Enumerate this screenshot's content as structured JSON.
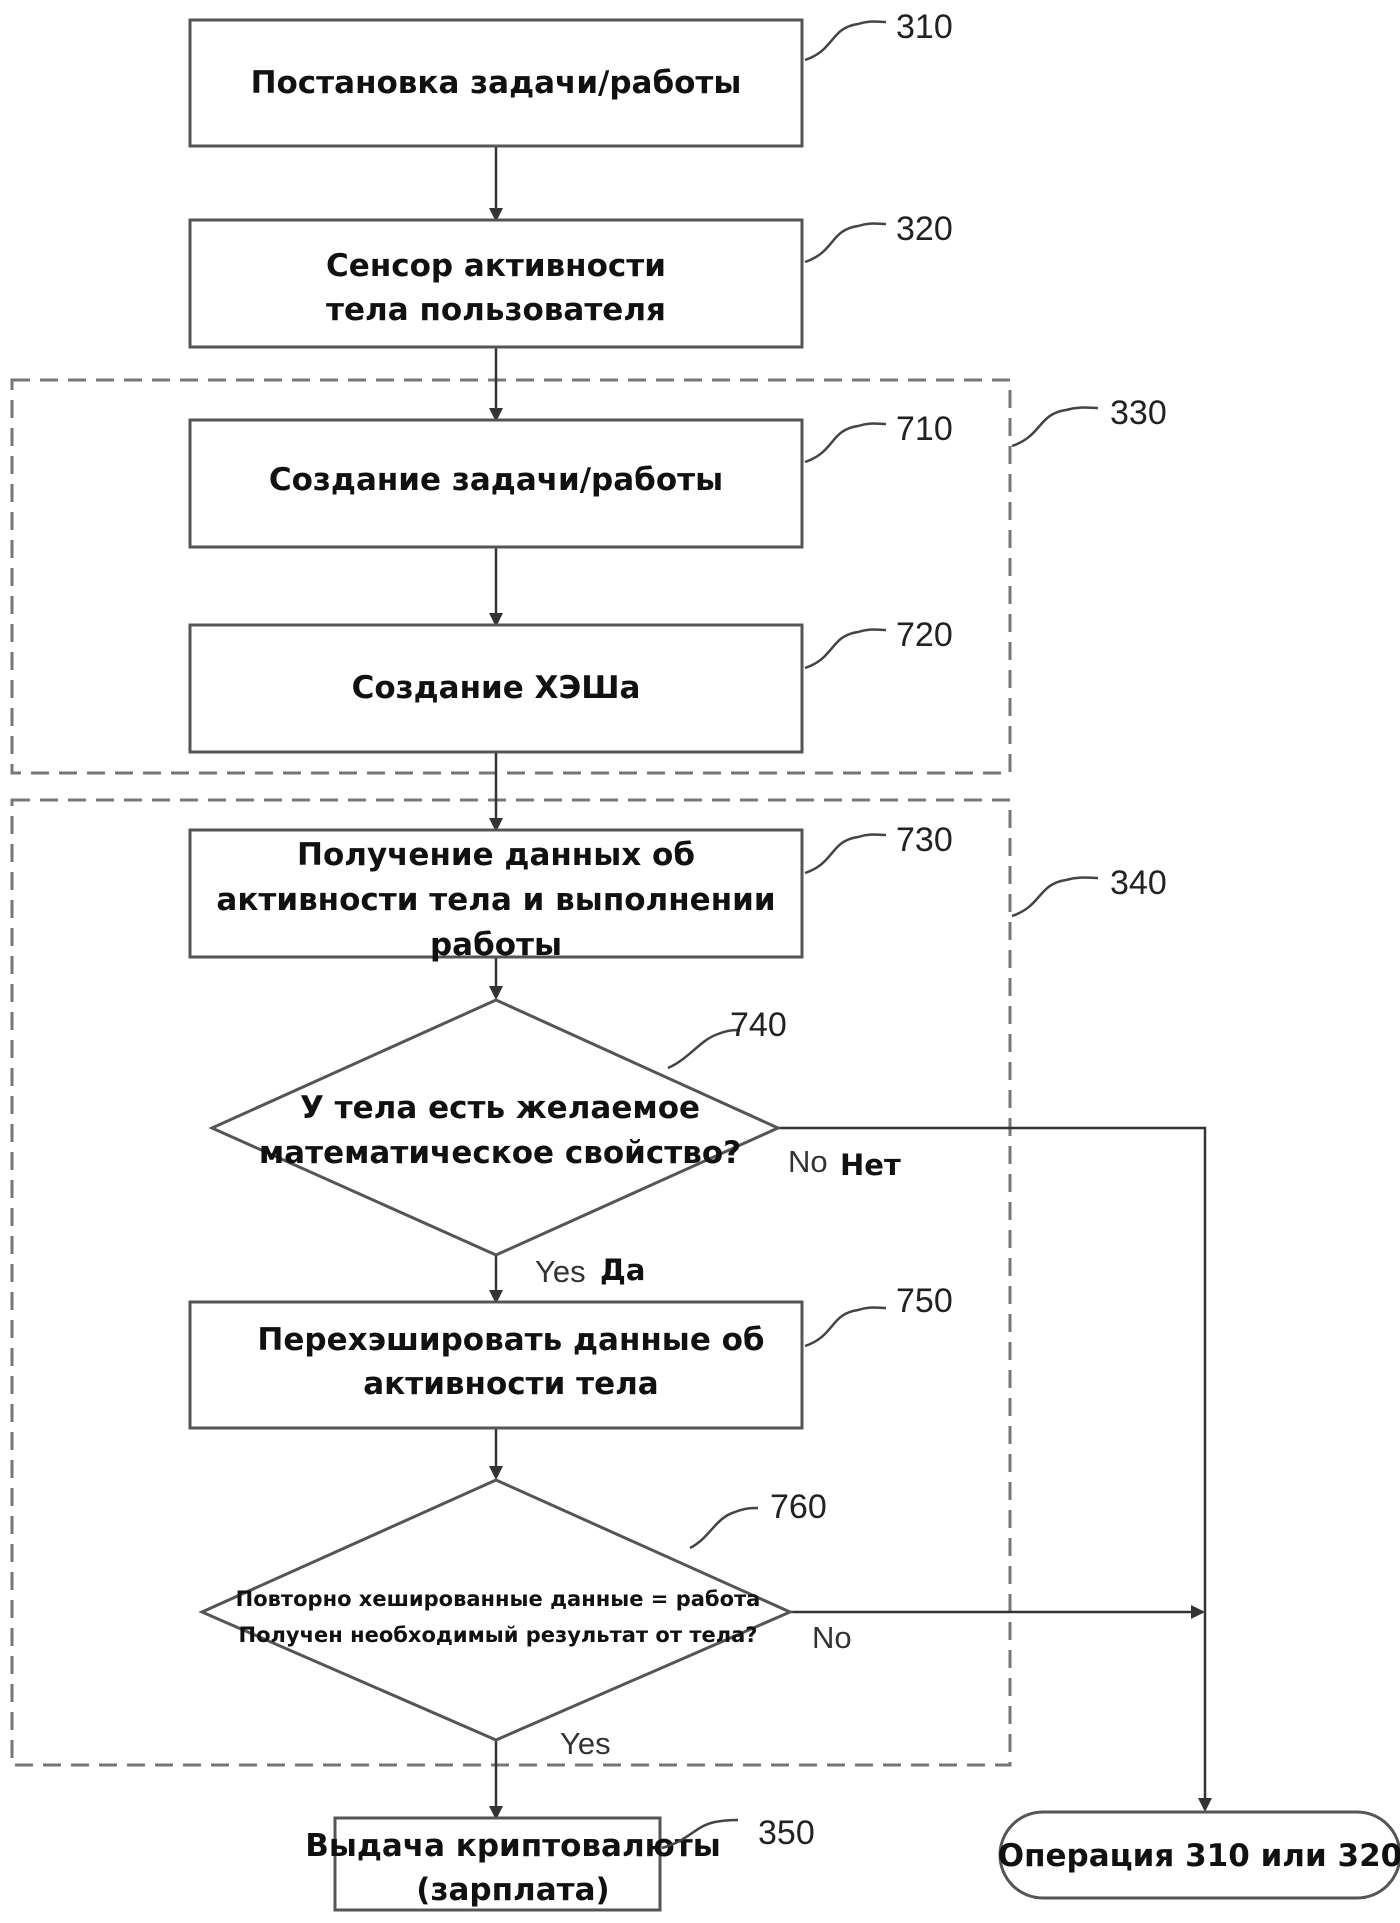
{
  "steps": {
    "s310": {
      "ref": "310",
      "line1": "Постановка задачи/работы"
    },
    "s320": {
      "ref": "320",
      "line1": "Сенсор активности",
      "line2": "тела пользователя"
    },
    "s710": {
      "ref": "710",
      "line1": "Создание задачи/работы"
    },
    "s720": {
      "ref": "720",
      "line1": "Создание ХЭШа"
    },
    "s730": {
      "ref": "730",
      "line1": "Получение  данных об",
      "line2": "активности тела и выполнении",
      "line3": "работы"
    },
    "d740": {
      "ref": "740",
      "line1": "У тела есть желаемое",
      "line2": "математическое свойство?"
    },
    "s750": {
      "ref": "750",
      "line1": "Перехэшировать данные об",
      "line2": "активности тела"
    },
    "d760": {
      "ref": "760",
      "line1": "Повторно хешированные данные = работа",
      "line2": "Получен необходимый результат от тела?"
    },
    "s350": {
      "ref": "350",
      "line1": "Выдача криптовалюты",
      "line2": "(зарплата)"
    },
    "end": {
      "label": "Операция 310 или 320"
    }
  },
  "groups": {
    "g330": {
      "ref": "330"
    },
    "g340": {
      "ref": "340"
    }
  },
  "edge_labels": {
    "d740_no_en": "No",
    "d740_no_ru": "Нет",
    "d740_yes_en": "Yes",
    "d740_yes_ru": "Да",
    "d760_no": "No",
    "d760_yes": "Yes"
  }
}
